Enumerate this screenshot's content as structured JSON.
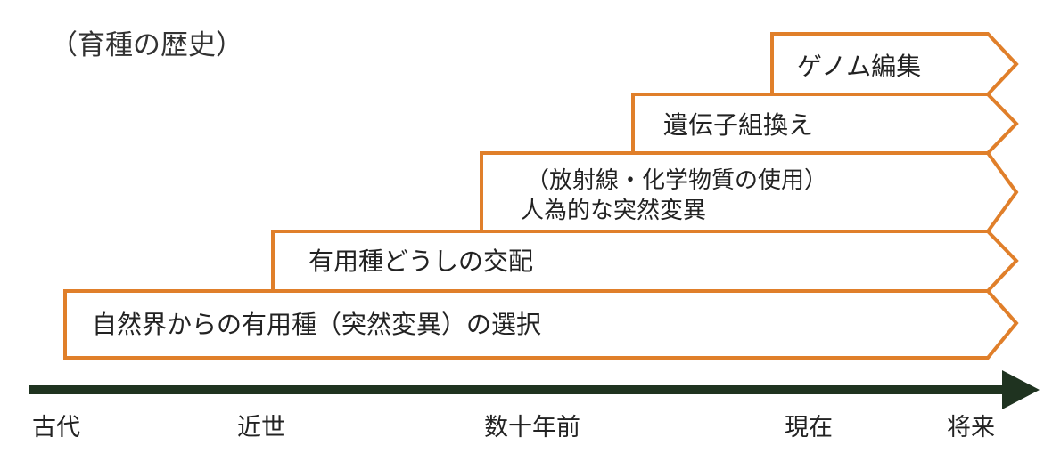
{
  "title": "（育種の歴史）",
  "colors": {
    "arrow_border": "#E07F2A",
    "timeline": "#1F3320",
    "text": "#222222"
  },
  "stages": [
    {
      "id": "genome",
      "lines": [
        "ゲノム編集"
      ]
    },
    {
      "id": "gmo",
      "lines": [
        "遺伝子組換え"
      ]
    },
    {
      "id": "mutation",
      "lines": [
        "（放射線・化学物質の使用）",
        "人為的な突然変異"
      ]
    },
    {
      "id": "crossbreeding",
      "lines": [
        "有用種どうしの交配"
      ]
    },
    {
      "id": "selection",
      "lines": [
        "自然界からの有用種（突然変異）の選択"
      ]
    }
  ],
  "timeline": {
    "eras": [
      "古代",
      "近世",
      "数十年前",
      "現在",
      "将来"
    ]
  }
}
